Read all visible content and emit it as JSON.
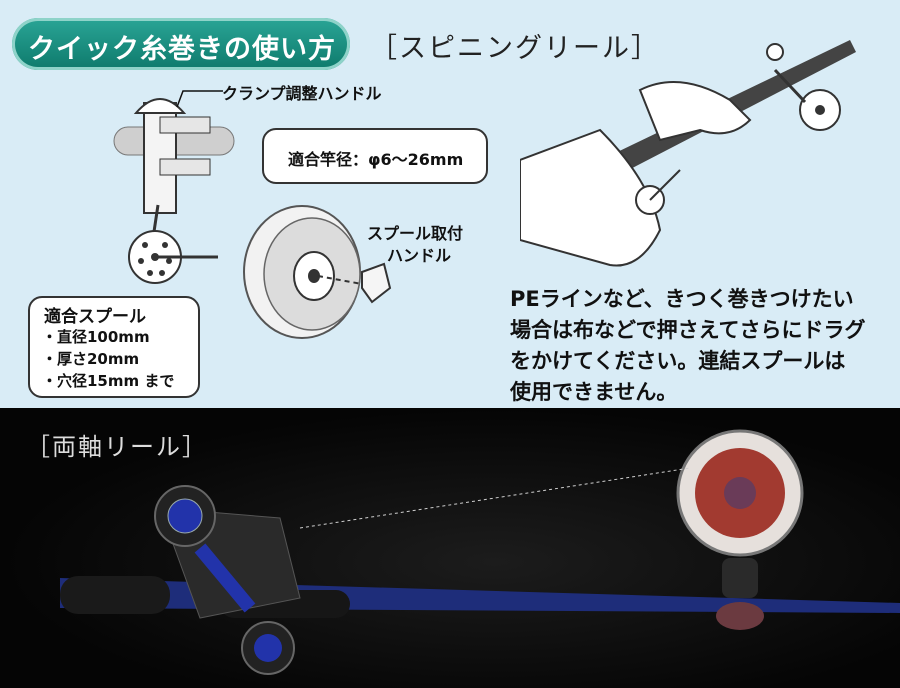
{
  "header": {
    "title": "クイック糸巻きの使い方",
    "subtitle": "［スピニングリール］"
  },
  "diagram": {
    "clamp_label": "クランプ調整ハンドル",
    "rod_diameter": "適合竿径：φ6～26mm",
    "spool_handle_line1": "スプール取付",
    "spool_handle_line2": "ハンドル",
    "spool_box": {
      "title": "適合スプール",
      "items": [
        "・直径100mm",
        "・厚さ20mm",
        "・穴径15mm まで"
      ]
    }
  },
  "note": {
    "lines": [
      "PEラインなど、きつく巻きつけたい",
      "場合は布などで押さえてさらにドラグ",
      "をかけてください。連結スプールは",
      "使用できません。"
    ]
  },
  "baitcasting": {
    "label": "［両軸リール］"
  },
  "colors": {
    "title_green": "#17897a",
    "top_bg": "#d9ecf6",
    "bottom_bg": "#0a0a0a",
    "reel_blue": "#2233aa"
  }
}
